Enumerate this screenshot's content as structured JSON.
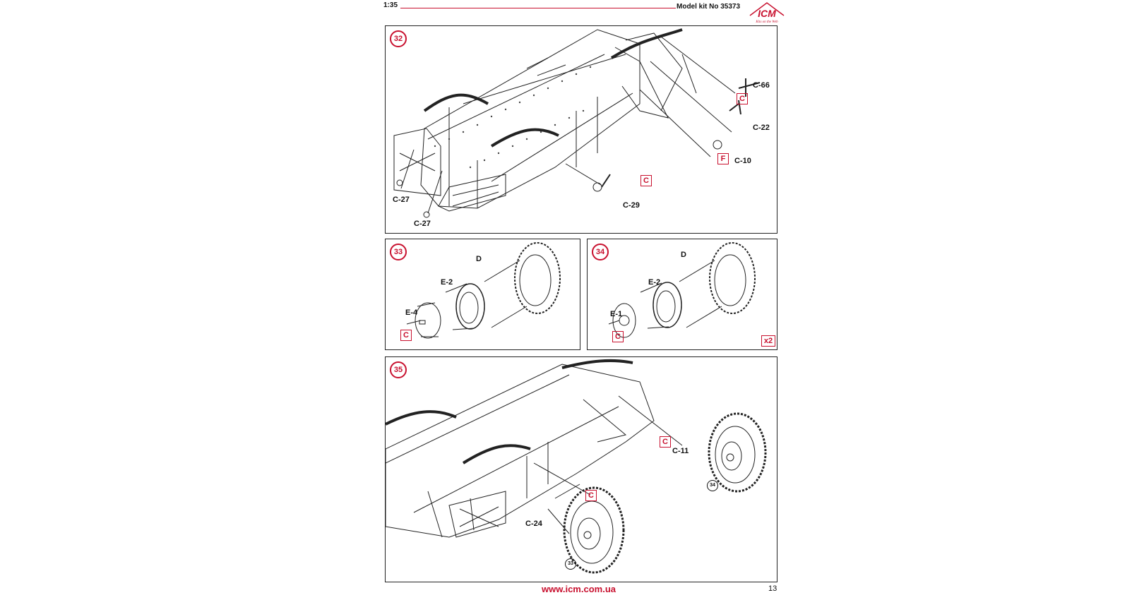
{
  "header": {
    "scale": "1:35",
    "kit": "Model kit No 35373",
    "logo_text": "ICM",
    "logo_tagline": "Kits on the Web"
  },
  "footer": {
    "url": "www.icm.com.ua",
    "page_number": "13"
  },
  "steps": {
    "s32": {
      "number": "32",
      "labels": {
        "c66": "C-66",
        "c22": "C-22",
        "c10": "C-10",
        "c29": "C-29",
        "c27a": "C-27",
        "c27b": "C-27"
      },
      "sprues": {
        "a": "C",
        "b": "F",
        "c": "C"
      }
    },
    "s33": {
      "number": "33",
      "labels": {
        "d": "D",
        "e2": "E-2",
        "e4": "E-4"
      },
      "sprue": "C"
    },
    "s34": {
      "number": "34",
      "labels": {
        "d": "D",
        "e2": "E-2",
        "e1": "E-1"
      },
      "sprue": "C",
      "multiplier": "x2"
    },
    "s35": {
      "number": "35",
      "labels": {
        "c11": "C-11",
        "c24": "C-24"
      },
      "sprues": {
        "a": "C",
        "b": "C"
      },
      "refs": {
        "r34": "34",
        "r33": "33"
      }
    }
  }
}
